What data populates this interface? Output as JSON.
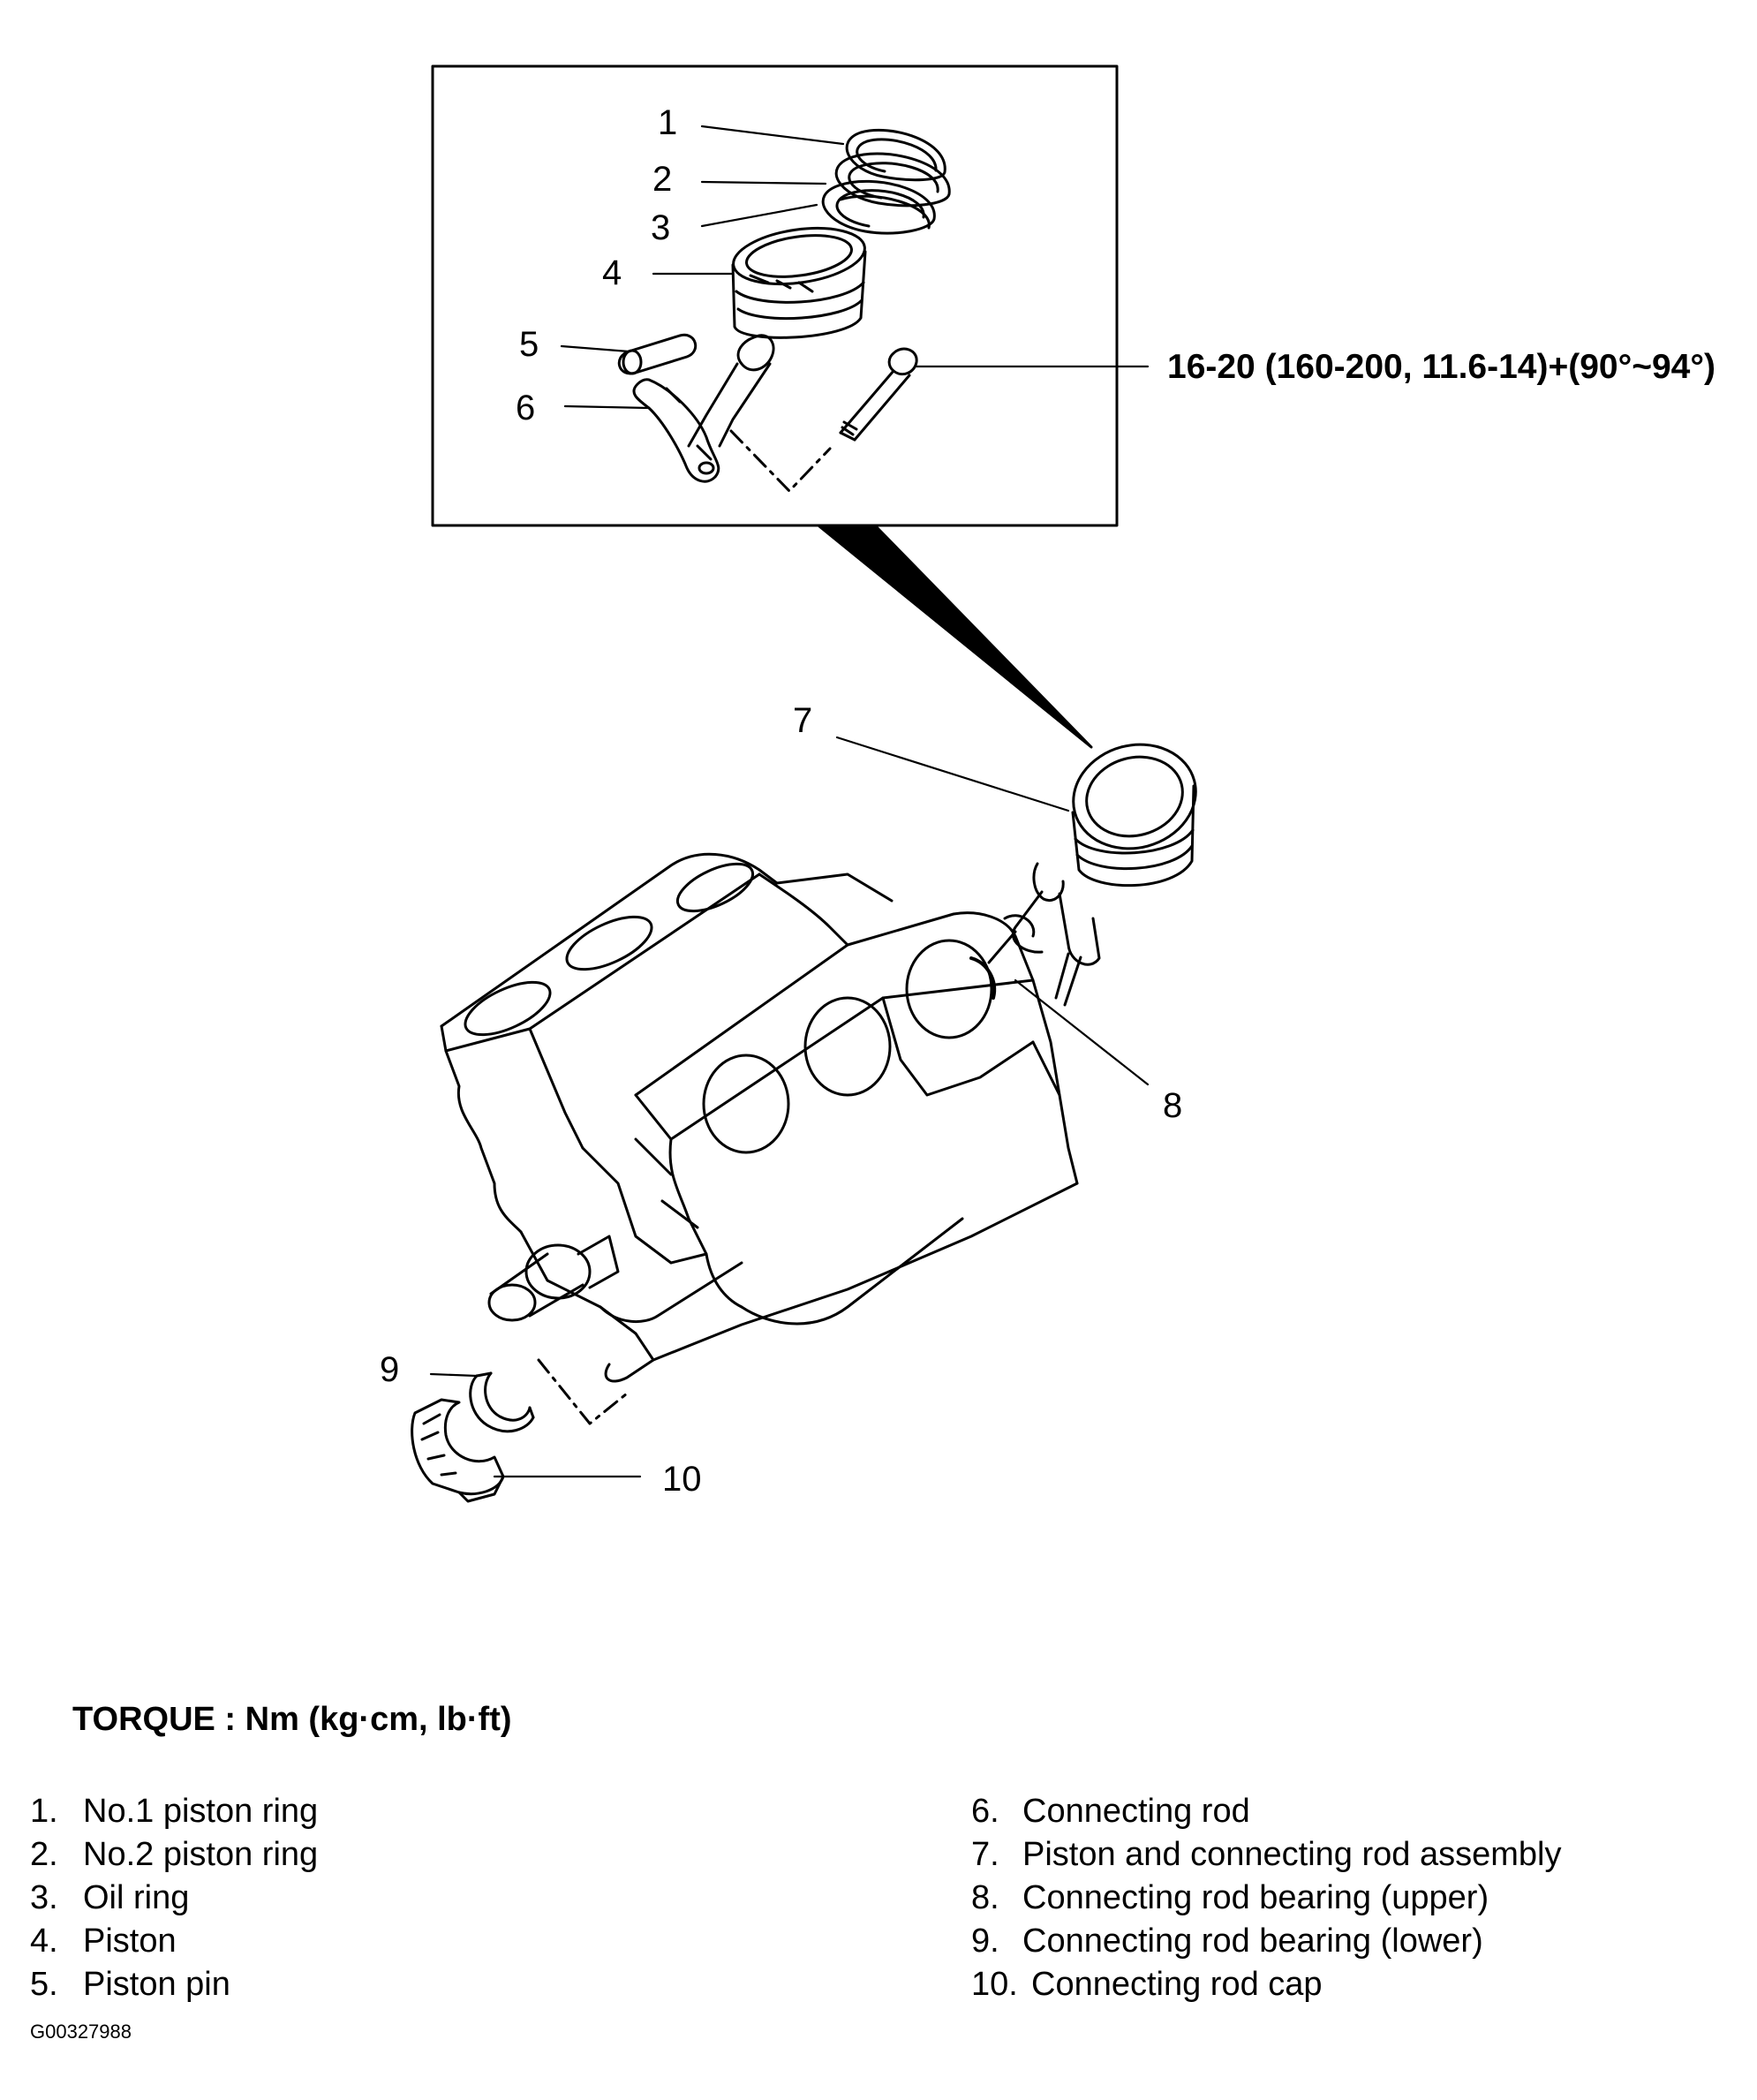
{
  "callouts": [
    "1",
    "2",
    "3",
    "4",
    "5",
    "6",
    "7",
    "8",
    "9",
    "10"
  ],
  "torque_spec": "16-20 (160-200, 11.6-14)+(90°~94°)",
  "torque_heading": "TORQUE : Nm (kg·cm, lb·ft)",
  "legend": {
    "left": [
      {
        "num": "1.",
        "label": "No.1 piston ring"
      },
      {
        "num": "2.",
        "label": "No.2 piston ring"
      },
      {
        "num": "3.",
        "label": "Oil ring"
      },
      {
        "num": "4.",
        "label": "Piston"
      },
      {
        "num": "5.",
        "label": "Piston pin"
      }
    ],
    "right": [
      {
        "num": "6.",
        "label": "Connecting rod"
      },
      {
        "num": "7.",
        "label": "Piston and connecting rod assembly"
      },
      {
        "num": "8.",
        "label": "Connecting rod bearing (upper)"
      },
      {
        "num": "9.",
        "label": "Connecting rod bearing (lower)"
      },
      {
        "num": "10.",
        "label": "Connecting rod cap"
      }
    ]
  },
  "figure_id": "G00327988"
}
